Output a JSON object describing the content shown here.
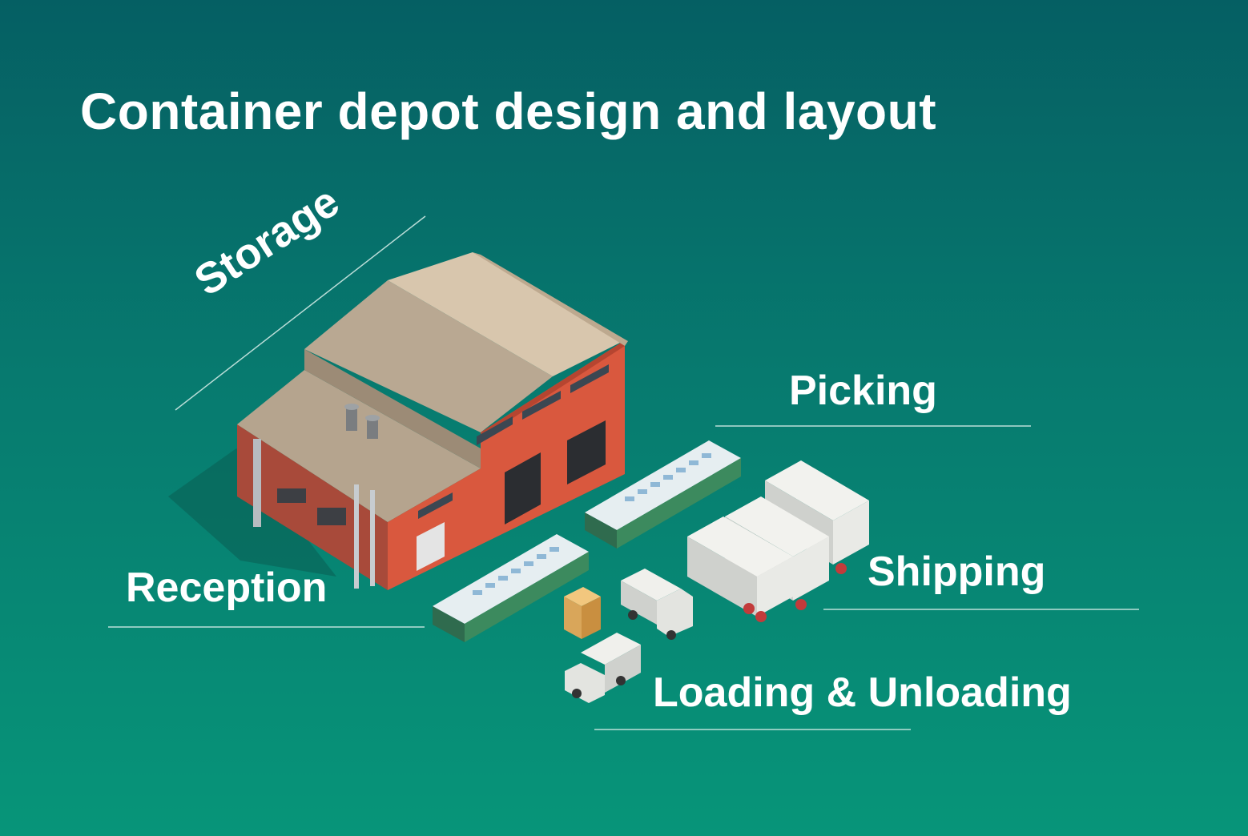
{
  "title": "Container depot design and layout",
  "labels": {
    "storage": "Storage",
    "picking": "Picking",
    "reception": "Reception",
    "shipping": "Shipping",
    "loading_unloading": "Loading & Unloading"
  },
  "colors": {
    "background_top": "#055f63",
    "background_bottom": "#079579",
    "text": "#ffffff",
    "warehouse_wall": "#d9583e",
    "warehouse_roof": "#cdbba3"
  }
}
